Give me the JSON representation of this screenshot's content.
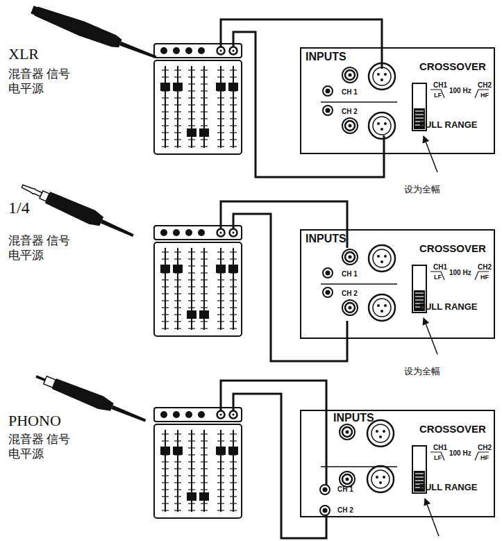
{
  "diagram": {
    "nodes": [
      {
        "text": [
          "INPUTS",
          "CH 1",
          "CH 2",
          "CROSSOVER",
          "CH1",
          "LF",
          "100 Hz",
          "CH2",
          "HF",
          "FULL RANGE"
        ]
      },
      {
        "text": [
          "INPUTS",
          "CH 1",
          "CH 2",
          "CROSSOVER",
          "CH1",
          "LF",
          "100 Hz",
          "CH2",
          "HF",
          "FULL RANGE"
        ]
      },
      {
        "text": [
          "INPUTS",
          "CH 1",
          "CH 2",
          "CROSSOVER",
          "CH1",
          "LF",
          "100 Hz",
          "CH2",
          "HF",
          "FULL RANGE"
        ]
      }
    ],
    "labels": [
      "XLR",
      "混音器 信号电平源",
      "1/4",
      "混音器 信号电平源",
      "PHONO",
      "混音器 信号电平源",
      "设为全幅",
      "设为全幅"
    ]
  }
}
